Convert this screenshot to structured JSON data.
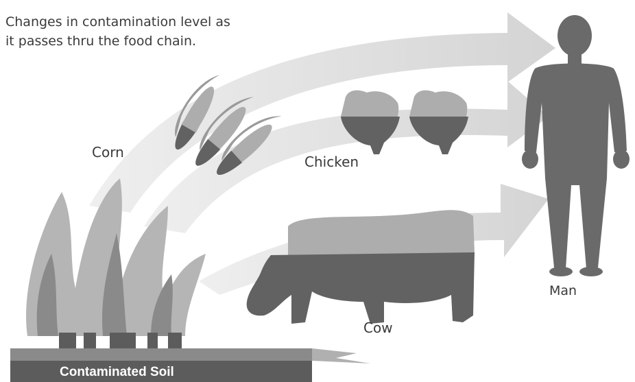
{
  "subtitle": "Changes in contamination level as\nit passes thru the food chain.",
  "labels": {
    "corn": "Corn",
    "chicken": "Chicken",
    "cow": "Cow",
    "man": "Man",
    "soil": "Contaminated Soil"
  },
  "colors": {
    "arrow": "#dcdcdc",
    "figure": "#6a6a6a",
    "contaminated": "#626262",
    "clean": "#adadad",
    "soil": "#5c5c5c",
    "text": "#3a3a3a"
  }
}
